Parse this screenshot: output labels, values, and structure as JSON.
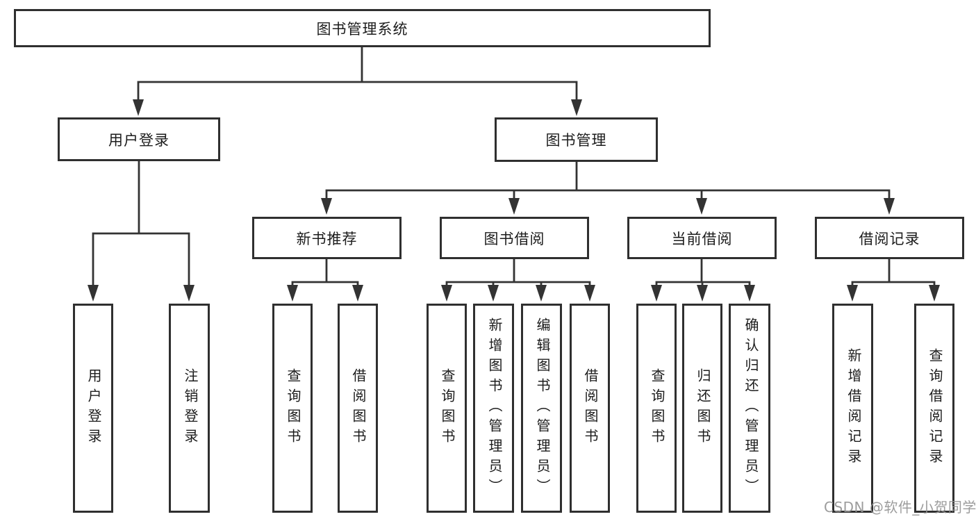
{
  "diagram": {
    "tree": {
      "root": {
        "label": "图书管理系统",
        "children": [
          {
            "label": "用户登录",
            "children": [
              {
                "label": "用户登录"
              },
              {
                "label": "注销登录"
              }
            ]
          },
          {
            "label": "图书管理",
            "children": [
              {
                "label": "新书推荐",
                "children": [
                  {
                    "label": "查询图书"
                  },
                  {
                    "label": "借阅图书"
                  }
                ]
              },
              {
                "label": "图书借阅",
                "children": [
                  {
                    "label": "查询图书"
                  },
                  {
                    "label": "新增图书（管理员）"
                  },
                  {
                    "label": "编辑图书（管理员）"
                  },
                  {
                    "label": "借阅图书"
                  }
                ]
              },
              {
                "label": "当前借阅",
                "children": [
                  {
                    "label": "查询图书"
                  },
                  {
                    "label": "归还图书"
                  },
                  {
                    "label": "确认归还（管理员）"
                  }
                ]
              },
              {
                "label": "借阅记录",
                "children": [
                  {
                    "label": "新增借阅记录"
                  },
                  {
                    "label": "查询借阅记录"
                  }
                ]
              }
            ]
          }
        ]
      }
    },
    "colors": {
      "line": "#333333",
      "box_border": "#2f2f2f",
      "box_fill": "#ffffff",
      "text": "#1c1c1c",
      "watermark": "#949494"
    },
    "watermark": {
      "text": "CSDN @软件_小贺同学"
    }
  }
}
